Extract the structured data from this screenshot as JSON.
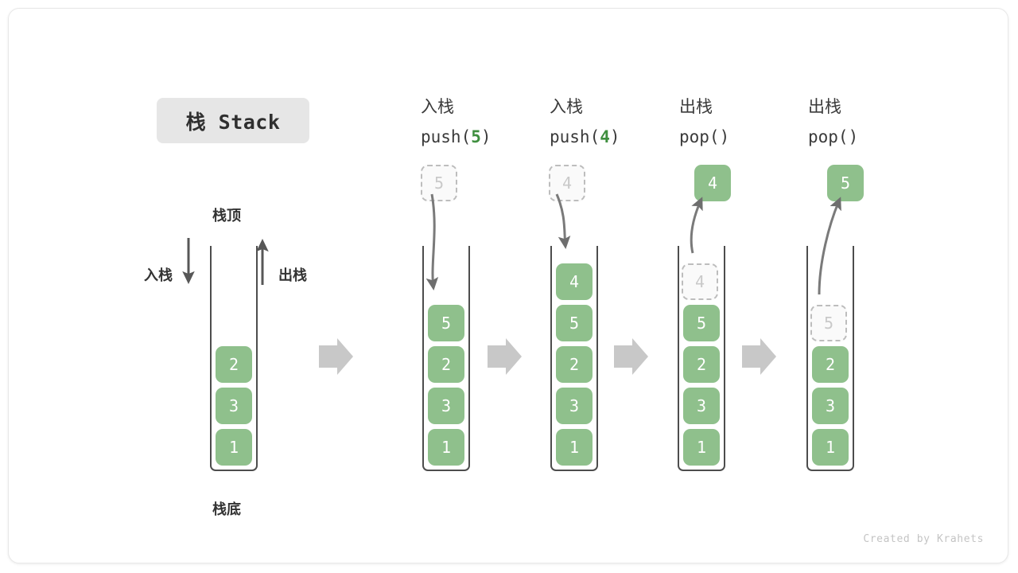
{
  "title": {
    "chip_label": "栈 Stack"
  },
  "legend": {
    "top_label": "栈顶",
    "bottom_label": "栈底",
    "push_label": "入栈",
    "pop_label": "出栈"
  },
  "footer": {
    "credit": "Created by Krahets"
  },
  "colors": {
    "cell_green": "#8fc08c",
    "cell_text": "#ffffff",
    "ghost_border": "#bdbdbd",
    "ghost_text": "#c9c9c9",
    "container_border": "#4d4d4d",
    "arrow_gray": "#6e6e6e",
    "block_arrow": "#c8c8c8",
    "accent_green_text": "#3f8f3f",
    "chip_bg": "#e6e6e6"
  },
  "panels": [
    {
      "id": "initial",
      "title_cn": "",
      "title_code": "",
      "code_arg": "",
      "stack": [
        "2",
        "3",
        "1"
      ],
      "incoming": null,
      "outgoing": null
    },
    {
      "id": "push-5",
      "title_cn": "入栈",
      "title_code": "push(",
      "code_arg": "5",
      "code_close": ")",
      "stack": [
        "5",
        "2",
        "3",
        "1"
      ],
      "incoming": "5",
      "outgoing": null
    },
    {
      "id": "push-4",
      "title_cn": "入栈",
      "title_code": "push(",
      "code_arg": "4",
      "code_close": ")",
      "stack": [
        "4",
        "5",
        "2",
        "3",
        "1"
      ],
      "incoming": "4",
      "outgoing": null
    },
    {
      "id": "pop-1",
      "title_cn": "出栈",
      "title_code": "pop(",
      "code_arg": "",
      "code_close": ")",
      "stack": [
        "5",
        "2",
        "3",
        "1"
      ],
      "ghost_in_stack": "4",
      "incoming": null,
      "outgoing": "4"
    },
    {
      "id": "pop-2",
      "title_cn": "出栈",
      "title_code": "pop(",
      "code_arg": "",
      "code_close": ")",
      "stack": [
        "2",
        "3",
        "1"
      ],
      "ghost_in_stack": "5",
      "incoming": null,
      "outgoing": "5"
    }
  ],
  "cells": {
    "p0": [
      "2",
      "3",
      "1"
    ],
    "p1_ghost": "5",
    "p1": [
      "5",
      "2",
      "3",
      "1"
    ],
    "p2_ghost": "4",
    "p2": [
      "4",
      "5",
      "2",
      "3",
      "1"
    ],
    "p3_out": "4",
    "p3_ghost": "4",
    "p3": [
      "5",
      "2",
      "3",
      "1"
    ],
    "p4_out": "5",
    "p4_ghost": "5",
    "p4": [
      "2",
      "3",
      "1"
    ]
  },
  "headers": {
    "h1_cn": "入栈",
    "h1_code_pre": "push(",
    "h1_code_num": "5",
    "h1_code_post": ")",
    "h2_cn": "入栈",
    "h2_code_pre": "push(",
    "h2_code_num": "4",
    "h2_code_post": ")",
    "h3_cn": "出栈",
    "h3_code": "pop()",
    "h4_cn": "出栈",
    "h4_code": "pop()"
  }
}
